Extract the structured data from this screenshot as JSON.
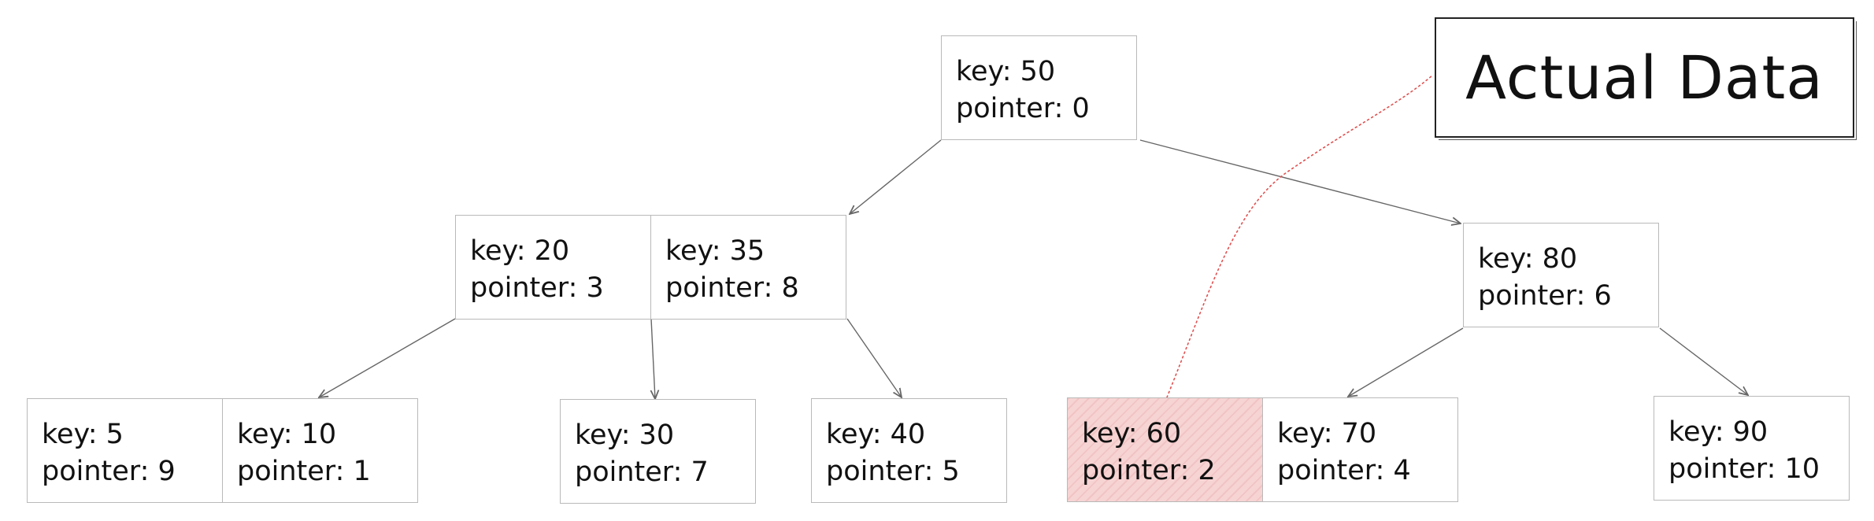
{
  "diagram": {
    "data_box": {
      "label": "Actual Data"
    },
    "nodes": [
      {
        "id": "root",
        "cells": [
          {
            "key": "key: 50",
            "pointer": "pointer: 0"
          }
        ]
      },
      {
        "id": "internal-left",
        "cells": [
          {
            "key": "key: 20",
            "pointer": "pointer: 3"
          },
          {
            "key": "key: 35",
            "pointer": "pointer: 8"
          }
        ]
      },
      {
        "id": "internal-right",
        "cells": [
          {
            "key": "key: 80",
            "pointer": "pointer: 6"
          }
        ]
      },
      {
        "id": "leaf-1",
        "cells": [
          {
            "key": "key: 5",
            "pointer": "pointer: 9"
          },
          {
            "key": "key: 10",
            "pointer": "pointer: 1"
          }
        ]
      },
      {
        "id": "leaf-2",
        "cells": [
          {
            "key": "key: 30",
            "pointer": "pointer: 7"
          }
        ]
      },
      {
        "id": "leaf-3",
        "cells": [
          {
            "key": "key: 40",
            "pointer": "pointer: 5"
          }
        ]
      },
      {
        "id": "leaf-4",
        "cells": [
          {
            "key": "key: 60",
            "pointer": "pointer: 2",
            "highlighted": true
          },
          {
            "key": "key: 70",
            "pointer": "pointer: 4"
          }
        ]
      },
      {
        "id": "leaf-5",
        "cells": [
          {
            "key": "key: 90",
            "pointer": "pointer: 10"
          }
        ]
      }
    ],
    "colors": {
      "edge": "#666666",
      "data_pointer_edge": "#e05050",
      "highlight_fill": "#f7d4d4",
      "border": "#b9b9b9"
    }
  }
}
